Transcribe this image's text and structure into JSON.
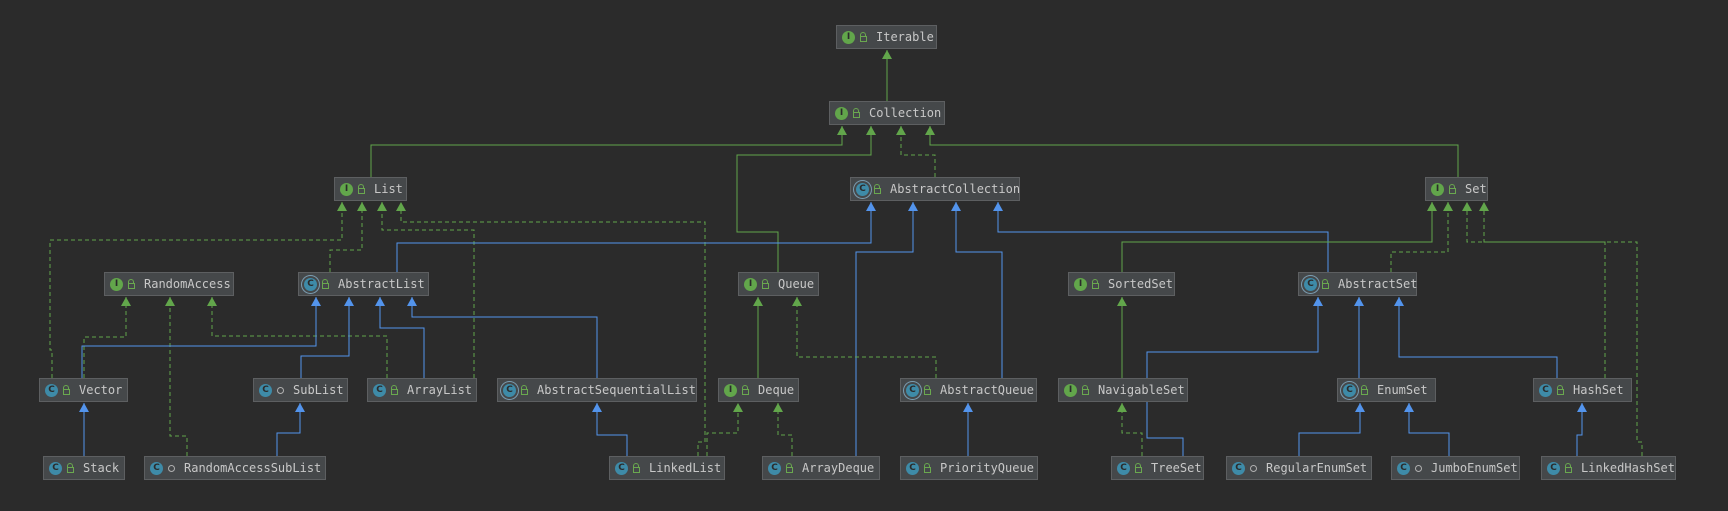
{
  "colors": {
    "background": "#2b2b2b",
    "node_fill": "#45484a",
    "text": "#c8c8c8",
    "implements_edge": "#62a64b",
    "extends_edge": "#5394ec",
    "interface_badge": "#62a64b",
    "class_badge": "#3e8ba8"
  },
  "nodes": [
    {
      "id": "Iterable",
      "label": "Iterable",
      "kind": "interface",
      "icon": "interface-icon",
      "visibility": "public"
    },
    {
      "id": "Collection",
      "label": "Collection",
      "kind": "interface",
      "icon": "interface-icon",
      "visibility": "public"
    },
    {
      "id": "List",
      "label": "List",
      "kind": "interface",
      "icon": "interface-icon",
      "visibility": "public"
    },
    {
      "id": "AbstractCollection",
      "label": "AbstractCollection",
      "kind": "abstract",
      "icon": "abstract-class-icon",
      "visibility": "public"
    },
    {
      "id": "Set",
      "label": "Set",
      "kind": "interface",
      "icon": "interface-icon",
      "visibility": "public"
    },
    {
      "id": "RandomAccess",
      "label": "RandomAccess",
      "kind": "interface",
      "icon": "interface-icon",
      "visibility": "public"
    },
    {
      "id": "AbstractList",
      "label": "AbstractList",
      "kind": "abstract",
      "icon": "abstract-class-icon",
      "visibility": "public"
    },
    {
      "id": "Queue",
      "label": "Queue",
      "kind": "interface",
      "icon": "interface-icon",
      "visibility": "public"
    },
    {
      "id": "SortedSet",
      "label": "SortedSet",
      "kind": "interface",
      "icon": "interface-icon",
      "visibility": "public"
    },
    {
      "id": "AbstractSet",
      "label": "AbstractSet",
      "kind": "abstract",
      "icon": "abstract-class-icon",
      "visibility": "public"
    },
    {
      "id": "Vector",
      "label": "Vector",
      "kind": "class",
      "icon": "class-icon",
      "visibility": "public"
    },
    {
      "id": "SubList",
      "label": "SubList",
      "kind": "class",
      "icon": "class-icon",
      "visibility": "package"
    },
    {
      "id": "ArrayList",
      "label": "ArrayList",
      "kind": "class",
      "icon": "class-icon",
      "visibility": "public"
    },
    {
      "id": "AbstractSequentialList",
      "label": "AbstractSequentialList",
      "kind": "abstract",
      "icon": "abstract-class-icon",
      "visibility": "public"
    },
    {
      "id": "Deque",
      "label": "Deque",
      "kind": "interface",
      "icon": "interface-icon",
      "visibility": "public"
    },
    {
      "id": "AbstractQueue",
      "label": "AbstractQueue",
      "kind": "abstract",
      "icon": "abstract-class-icon",
      "visibility": "public"
    },
    {
      "id": "NavigableSet",
      "label": "NavigableSet",
      "kind": "interface",
      "icon": "interface-icon",
      "visibility": "public"
    },
    {
      "id": "EnumSet",
      "label": "EnumSet",
      "kind": "abstract",
      "icon": "abstract-class-icon",
      "visibility": "public"
    },
    {
      "id": "HashSet",
      "label": "HashSet",
      "kind": "class",
      "icon": "class-icon",
      "visibility": "public"
    },
    {
      "id": "Stack",
      "label": "Stack",
      "kind": "class",
      "icon": "class-icon",
      "visibility": "public"
    },
    {
      "id": "RandomAccessSubList",
      "label": "RandomAccessSubList",
      "kind": "class",
      "icon": "class-icon",
      "visibility": "package"
    },
    {
      "id": "LinkedList",
      "label": "LinkedList",
      "kind": "class",
      "icon": "class-icon",
      "visibility": "public"
    },
    {
      "id": "ArrayDeque",
      "label": "ArrayDeque",
      "kind": "class",
      "icon": "class-icon",
      "visibility": "public"
    },
    {
      "id": "PriorityQueue",
      "label": "PriorityQueue",
      "kind": "class",
      "icon": "class-icon",
      "visibility": "public"
    },
    {
      "id": "TreeSet",
      "label": "TreeSet",
      "kind": "class",
      "icon": "class-icon",
      "visibility": "public"
    },
    {
      "id": "RegularEnumSet",
      "label": "RegularEnumSet",
      "kind": "class",
      "icon": "class-icon",
      "visibility": "package"
    },
    {
      "id": "JumboEnumSet",
      "label": "JumboEnumSet",
      "kind": "class",
      "icon": "class-icon",
      "visibility": "package"
    },
    {
      "id": "LinkedHashSet",
      "label": "LinkedHashSet",
      "kind": "class",
      "icon": "class-icon",
      "visibility": "public"
    }
  ],
  "edges": [
    {
      "from": "Collection",
      "to": "Iterable",
      "type": "extends-interface"
    },
    {
      "from": "List",
      "to": "Collection",
      "type": "extends-interface"
    },
    {
      "from": "Queue",
      "to": "Collection",
      "type": "extends-interface"
    },
    {
      "from": "AbstractCollection",
      "to": "Collection",
      "type": "implements"
    },
    {
      "from": "Set",
      "to": "Collection",
      "type": "extends-interface"
    },
    {
      "from": "Vector",
      "to": "List",
      "type": "implements"
    },
    {
      "from": "AbstractList",
      "to": "List",
      "type": "implements"
    },
    {
      "from": "ArrayList",
      "to": "List",
      "type": "implements"
    },
    {
      "from": "LinkedList",
      "to": "List",
      "type": "implements"
    },
    {
      "from": "AbstractList",
      "to": "AbstractCollection",
      "type": "extends"
    },
    {
      "from": "ArrayDeque",
      "to": "AbstractCollection",
      "type": "extends"
    },
    {
      "from": "AbstractQueue",
      "to": "AbstractCollection",
      "type": "extends"
    },
    {
      "from": "AbstractSet",
      "to": "AbstractCollection",
      "type": "extends"
    },
    {
      "from": "SortedSet",
      "to": "Set",
      "type": "extends-interface"
    },
    {
      "from": "AbstractSet",
      "to": "Set",
      "type": "implements"
    },
    {
      "from": "HashSet",
      "to": "Set",
      "type": "implements"
    },
    {
      "from": "LinkedHashSet",
      "to": "Set",
      "type": "implements"
    },
    {
      "from": "Vector",
      "to": "RandomAccess",
      "type": "implements"
    },
    {
      "from": "RandomAccessSubList",
      "to": "RandomAccess",
      "type": "implements"
    },
    {
      "from": "ArrayList",
      "to": "RandomAccess",
      "type": "implements"
    },
    {
      "from": "Vector",
      "to": "AbstractList",
      "type": "extends"
    },
    {
      "from": "SubList",
      "to": "AbstractList",
      "type": "extends"
    },
    {
      "from": "ArrayList",
      "to": "AbstractList",
      "type": "extends"
    },
    {
      "from": "AbstractSequentialList",
      "to": "AbstractList",
      "type": "extends"
    },
    {
      "from": "Deque",
      "to": "Queue",
      "type": "extends-interface"
    },
    {
      "from": "AbstractQueue",
      "to": "Queue",
      "type": "implements"
    },
    {
      "from": "NavigableSet",
      "to": "SortedSet",
      "type": "extends-interface"
    },
    {
      "from": "TreeSet",
      "to": "AbstractSet",
      "type": "extends"
    },
    {
      "from": "EnumSet",
      "to": "AbstractSet",
      "type": "extends"
    },
    {
      "from": "HashSet",
      "to": "AbstractSet",
      "type": "extends"
    },
    {
      "from": "Stack",
      "to": "Vector",
      "type": "extends"
    },
    {
      "from": "RandomAccessSubList",
      "to": "SubList",
      "type": "extends"
    },
    {
      "from": "LinkedList",
      "to": "AbstractSequentialList",
      "type": "extends"
    },
    {
      "from": "LinkedList",
      "to": "Deque",
      "type": "implements"
    },
    {
      "from": "ArrayDeque",
      "to": "Deque",
      "type": "implements"
    },
    {
      "from": "PriorityQueue",
      "to": "AbstractQueue",
      "type": "extends"
    },
    {
      "from": "TreeSet",
      "to": "NavigableSet",
      "type": "implements"
    },
    {
      "from": "RegularEnumSet",
      "to": "EnumSet",
      "type": "extends"
    },
    {
      "from": "JumboEnumSet",
      "to": "EnumSet",
      "type": "extends"
    },
    {
      "from": "LinkedHashSet",
      "to": "HashSet",
      "type": "extends"
    }
  ]
}
